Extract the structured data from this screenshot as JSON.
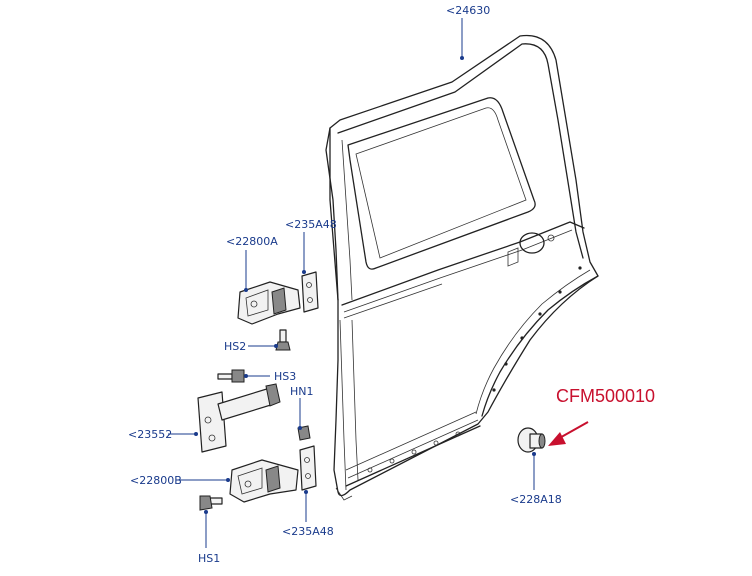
{
  "labels": {
    "door_shell": "<24630",
    "hinge_upper": "<22800A",
    "shim_upper": "<235A48",
    "bolt_hs2": "HS2",
    "bolt_hs3": "HS3",
    "check_strap": "<23552",
    "nut_hn1": "HN1",
    "hinge_lower": "<22800B",
    "shim_lower": "<235A48",
    "bolt_hs1": "HS1",
    "bumper": "<228A18"
  },
  "callout": {
    "part_number": "CFM500010"
  },
  "colors": {
    "label": "#1a3b8c",
    "callout": "#c8102e",
    "linework": "#222222"
  }
}
